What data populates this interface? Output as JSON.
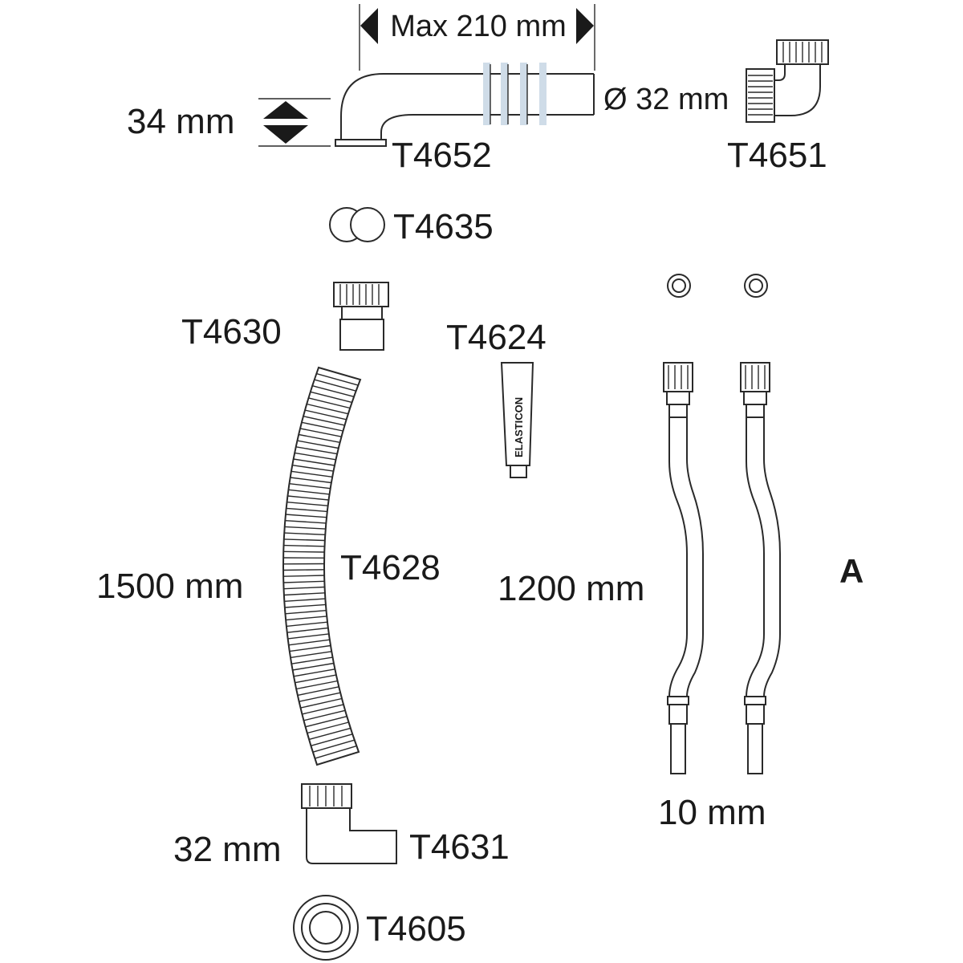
{
  "labels": {
    "max_width": "Max 210 mm",
    "height_34": "34 mm",
    "diameter_32": "Ø 32 mm",
    "length_1500": "1500 mm",
    "length_1200": "1200 mm",
    "diameter_10": "10 mm",
    "bend_32": "32 mm",
    "group_a": "A"
  },
  "parts": {
    "t4652": "T4652",
    "t4651": "T4651",
    "t4635": "T4635",
    "t4630": "T4630",
    "t4624": "T4624",
    "t4628": "T4628",
    "t4631": "T4631",
    "t4605": "T4605"
  },
  "tube_brand": "ELASTICON",
  "colors": {
    "line": "#2a2a2a",
    "text": "#1a1a1a",
    "band": "#cfdce8",
    "background": "#ffffff"
  }
}
